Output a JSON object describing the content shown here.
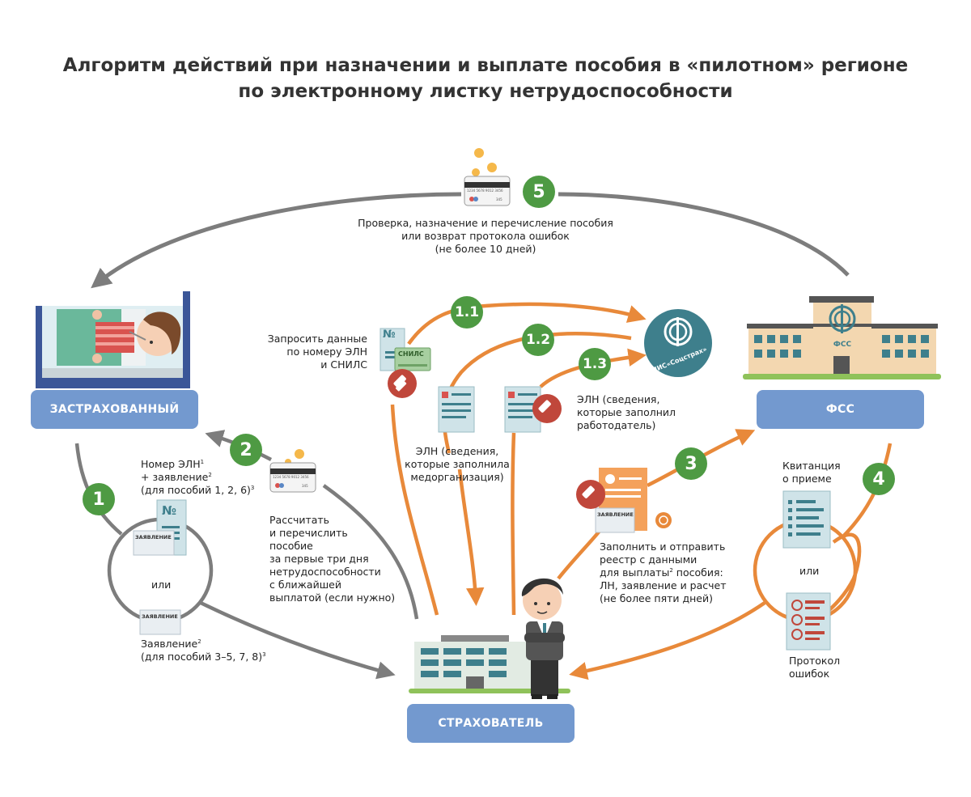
{
  "title": {
    "line1": "Алгоритм действий при назначении и выплате пособия в «пилотном» регионе",
    "line2": "по электронному листку нетрудоспособности"
  },
  "actors": {
    "insured": "ЗАСТРАХОВАННЫЙ",
    "fss": "ФСС",
    "employer": "СТРАХОВАТЕЛЬ"
  },
  "badges": {
    "b1": "1",
    "b2": "2",
    "b3": "3",
    "b4": "4",
    "b5": "5",
    "b11": "1.1",
    "b12": "1.2",
    "b13": "1.3"
  },
  "step5": {
    "l1": "Проверка, назначение и перечисление пособия",
    "l2": "или возврат протокола ошибок",
    "l3": "(не более 10 дней)"
  },
  "card": {
    "number": "1234 5678 9012 3456",
    "small": "345"
  },
  "step11": {
    "l1": "Запросить данные",
    "l2": "по номеру ЭЛН",
    "l3": "и СНИЛС"
  },
  "snils_label": "СНИЛС",
  "number_sign": "№",
  "eiis": {
    "name": "ЕИИС«Соцстрах»"
  },
  "fss_building_label": "ФСС",
  "step12": {
    "l1": "ЭЛН (сведения,",
    "l2": "которые заполнила",
    "l3": "медорганизация)"
  },
  "step13": {
    "l1": "ЭЛН (сведения,",
    "l2": "которые заполнил",
    "l3": "работодатель)"
  },
  "step1": {
    "elnl1": "Номер ЭЛН",
    "elnl1_sup": "1",
    "elnl2": "+ заявление",
    "elnl2_sup": "2",
    "elnl3": "(для пособий 1, 2, 6)",
    "elnl3_sup": "3",
    "or": "или",
    "appl1": "Заявление",
    "appl1_sup": "2",
    "appl2": "(для пособий 3–5, 7, 8)",
    "appl2_sup": "3"
  },
  "application_doc": "ЗАЯВЛЕНИЕ",
  "step2": {
    "l1": "Рассчитать",
    "l2": "и перечислить",
    "l3": "пособие",
    "l4": "за первые три дня",
    "l5": "нетрудоспособности",
    "l6": "с ближайшей",
    "l7": "выплатой (если нужно)"
  },
  "step3": {
    "l1": "Заполнить и отправить",
    "l2": "реестр с данными",
    "l3a": "для выплаты",
    "l3sup": "2",
    "l3b": " пособия:",
    "l4": "ЛН, заявление и расчет",
    "l5": "(не более пяти дней)"
  },
  "step4": {
    "receipt1": "Квитанция",
    "receipt2": "о приеме",
    "or": "или",
    "err1": "Протокол",
    "err2": "ошибок"
  },
  "colors": {
    "orange": "#e8893a",
    "gray": "#7d7d7d",
    "green": "#4e9a43",
    "blue": "#7399cf",
    "red": "#c0473b",
    "teal": "#3e7f8c"
  }
}
